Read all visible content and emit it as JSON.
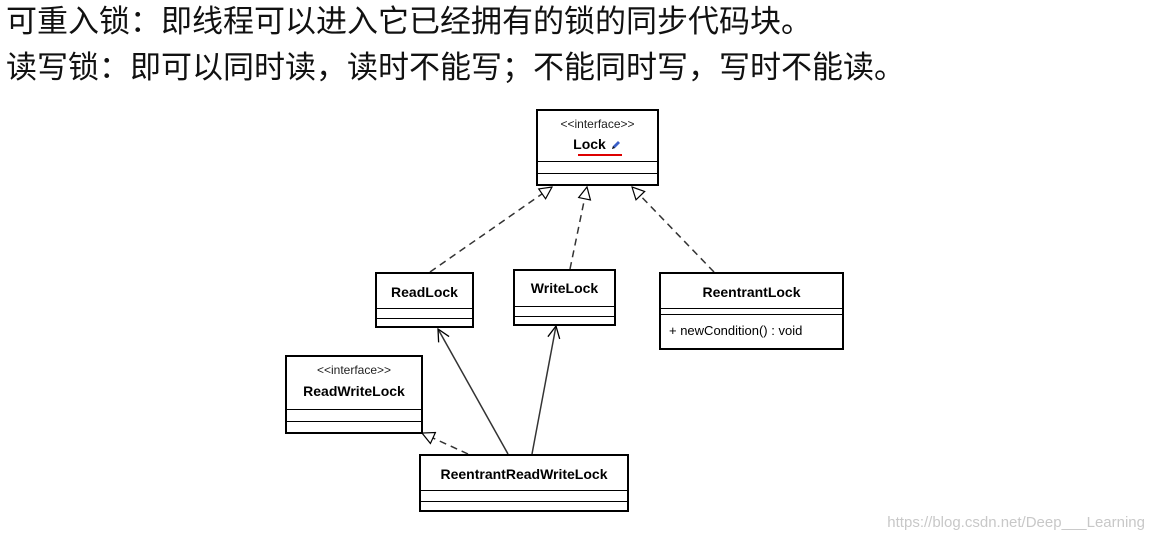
{
  "intro": {
    "line1": "可重入锁：即线程可以进入它已经拥有的锁的同步代码块。",
    "line2": "读写锁：即可以同时读，读时不能写；不能同时写，写时不能读。"
  },
  "diagram": {
    "lock": {
      "stereotype": "<<interface>>",
      "name": "Lock"
    },
    "readlock": {
      "name": "ReadLock"
    },
    "writelock": {
      "name": "WriteLock"
    },
    "reentrantlock": {
      "name": "ReentrantLock",
      "method": "+ newCondition() : void"
    },
    "readwritelock": {
      "stereotype": "<<interface>>",
      "name": "ReadWriteLock"
    },
    "reentrantreadwritelock": {
      "name": "ReentrantReadWriteLock"
    }
  },
  "watermark": "https://blog.csdn.net/Deep___Learning"
}
